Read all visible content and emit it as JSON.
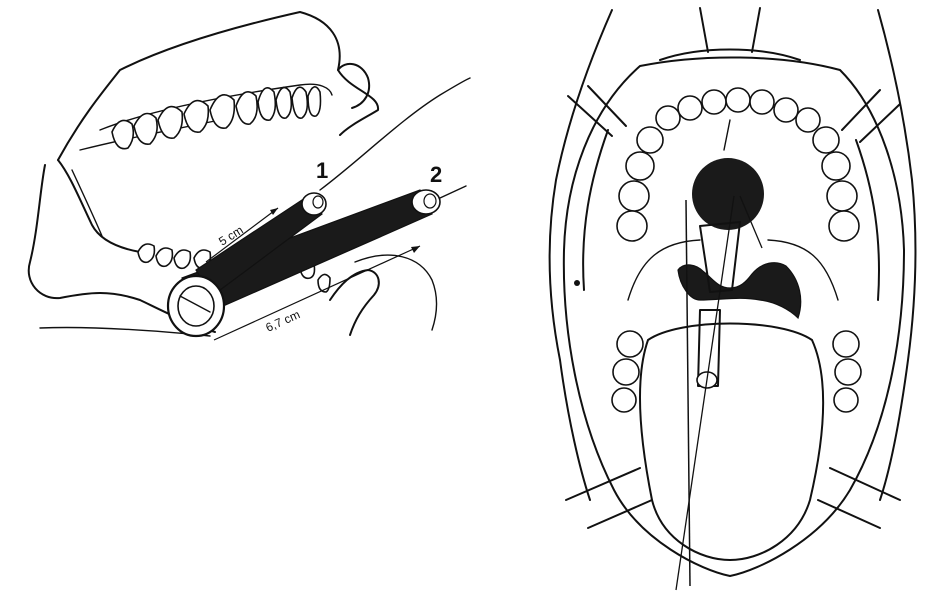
{
  "left_figure": {
    "labels": {
      "instrument_1": "1",
      "instrument_2": "2",
      "dimension_short": "5 cm",
      "dimension_long": "6,7 cm"
    }
  },
  "right_figure": {
    "labels": {}
  }
}
